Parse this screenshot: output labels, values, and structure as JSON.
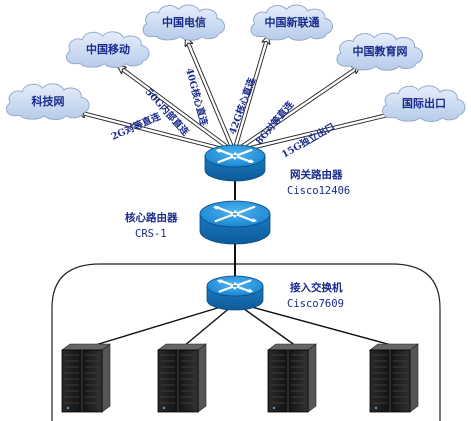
{
  "clouds": [
    {
      "id": "keji",
      "label": "科技网"
    },
    {
      "id": "yidong",
      "label": "中国移动"
    },
    {
      "id": "dianxin",
      "label": "中国电信"
    },
    {
      "id": "xinliantong",
      "label": "中国新联通"
    },
    {
      "id": "jiaoyu",
      "label": "中国教育网"
    },
    {
      "id": "guoji",
      "label": "国际出口"
    }
  ],
  "links": [
    {
      "id": "keji",
      "label": "2G对等直连"
    },
    {
      "id": "yidong",
      "label": "50G内部直连"
    },
    {
      "id": "dianxin",
      "label": "40G核心直连"
    },
    {
      "id": "xinliantong",
      "label": "42G核心直连"
    },
    {
      "id": "jiaoyu",
      "label": "8G对等直连"
    },
    {
      "id": "guoji",
      "label": "15G独立出口"
    }
  ],
  "devices": {
    "gateway": {
      "name": "网关路由器",
      "model": "Cisco12406"
    },
    "core": {
      "name": "核心路由器",
      "model": "CRS-1"
    },
    "access": {
      "name": "接入交换机",
      "model": "Cisco7609"
    }
  },
  "server_count": 4,
  "colors": {
    "text": "#1a2a8c",
    "cloud_fill": "#c7d9f1",
    "router_top": "#1f8fd8",
    "router_side": "#1468b0"
  }
}
